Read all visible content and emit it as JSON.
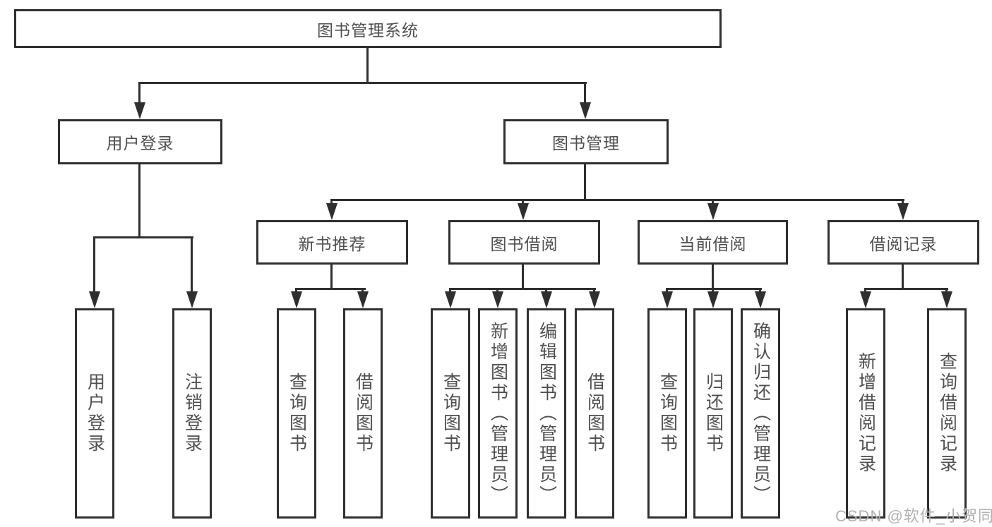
{
  "tree": {
    "root": {
      "label": "图书管理系统",
      "children": [
        {
          "label": "用户登录",
          "children": [
            {
              "label": "用户登录"
            },
            {
              "label": "注销登录"
            }
          ]
        },
        {
          "label": "图书管理",
          "children": [
            {
              "label": "新书推荐",
              "children": [
                {
                  "label": "查询图书"
                },
                {
                  "label": "借阅图书"
                }
              ]
            },
            {
              "label": "图书借阅",
              "children": [
                {
                  "label": "查询图书"
                },
                {
                  "label": "新增图书（管理员）"
                },
                {
                  "label": "编辑图书（管理员）"
                },
                {
                  "label": "借阅图书"
                }
              ]
            },
            {
              "label": "当前借阅",
              "children": [
                {
                  "label": "查询图书"
                },
                {
                  "label": "归还图书"
                },
                {
                  "label": "确认归还（管理员）"
                }
              ]
            },
            {
              "label": "借阅记录",
              "children": [
                {
                  "label": "新增借阅记录"
                },
                {
                  "label": "查询借阅记录"
                }
              ]
            }
          ]
        }
      ]
    }
  },
  "watermark": {
    "text": "CSDN @软件_小贺同学"
  },
  "colors": {
    "line": "#2f2f2f",
    "box_border": "#2f2f2f",
    "box_text": "#4f4f4f",
    "watermark": "#b0b0b0",
    "background": "#ffffff"
  }
}
